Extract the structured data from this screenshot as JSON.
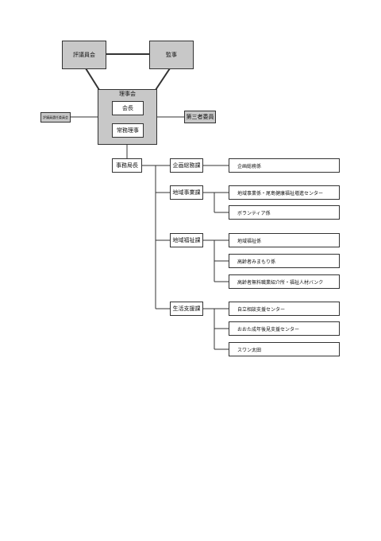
{
  "top": {
    "hyogiinkai": "評議員会",
    "kanji": "監事"
  },
  "rijikai": {
    "title": "理事会",
    "kaicho": "会長",
    "jomu_riji": "常務理事"
  },
  "side": {
    "left_committee": "評議員選任委員会",
    "third_party": "第三者委員"
  },
  "jimukyokucho": "事務局長",
  "departments": [
    {
      "name": "企画総務課",
      "units": [
        "企画総務係"
      ]
    },
    {
      "name": "地域事業課",
      "units": [
        "地域事業係・尾島健康福祉増進センター",
        "ボランティア係"
      ]
    },
    {
      "name": "地域福祉課",
      "units": [
        "地域福祉係",
        "高齢者みまもり係",
        "高齢者無料職業紹介所・福祉人材バンク"
      ]
    },
    {
      "name": "生活支援課",
      "units": [
        "自立相談支援センター",
        "おおた成年後見支援センター",
        "スワン太田"
      ]
    }
  ]
}
